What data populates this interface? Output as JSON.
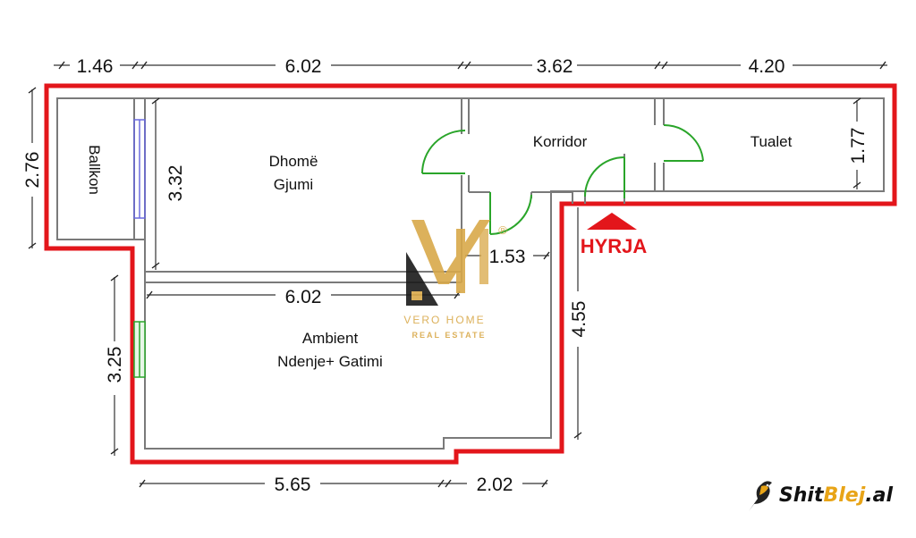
{
  "dimensions": {
    "top_balkon": "1.46",
    "top_dhome": "6.02",
    "top_korridor": "3.62",
    "top_tualet": "4.20",
    "left_balkon_height": "2.76",
    "dhome_height": "3.32",
    "tualet_height": "1.77",
    "ambient_width": "6.02",
    "ambient_height": "3.25",
    "korridor_depth": "1.53",
    "entrance_depth": "4.55",
    "bottom_left": "5.65",
    "bottom_right": "2.02"
  },
  "rooms": {
    "balkon": "Ballkon",
    "dhome_line1": "Dhomë",
    "dhome_line2": "Gjumi",
    "korridor": "Korridor",
    "tualet": "Tualet",
    "ambient_line1": "Ambient",
    "ambient_line2": "Ndenje+ Gatimi"
  },
  "entrance": {
    "label": "HYRJA",
    "color": "#e3161b"
  },
  "watermark": {
    "name": "VERO HOME",
    "subtitle": "REAL ESTATE",
    "registered": "®",
    "color": "#d9a94a"
  },
  "brand": {
    "part1": "Shit",
    "part2": "Blej",
    "part3": ".al",
    "accent": "#e8a417"
  },
  "colors": {
    "outline": "#e3161b",
    "door": "#2aa52a",
    "window": "#6a6adf"
  }
}
